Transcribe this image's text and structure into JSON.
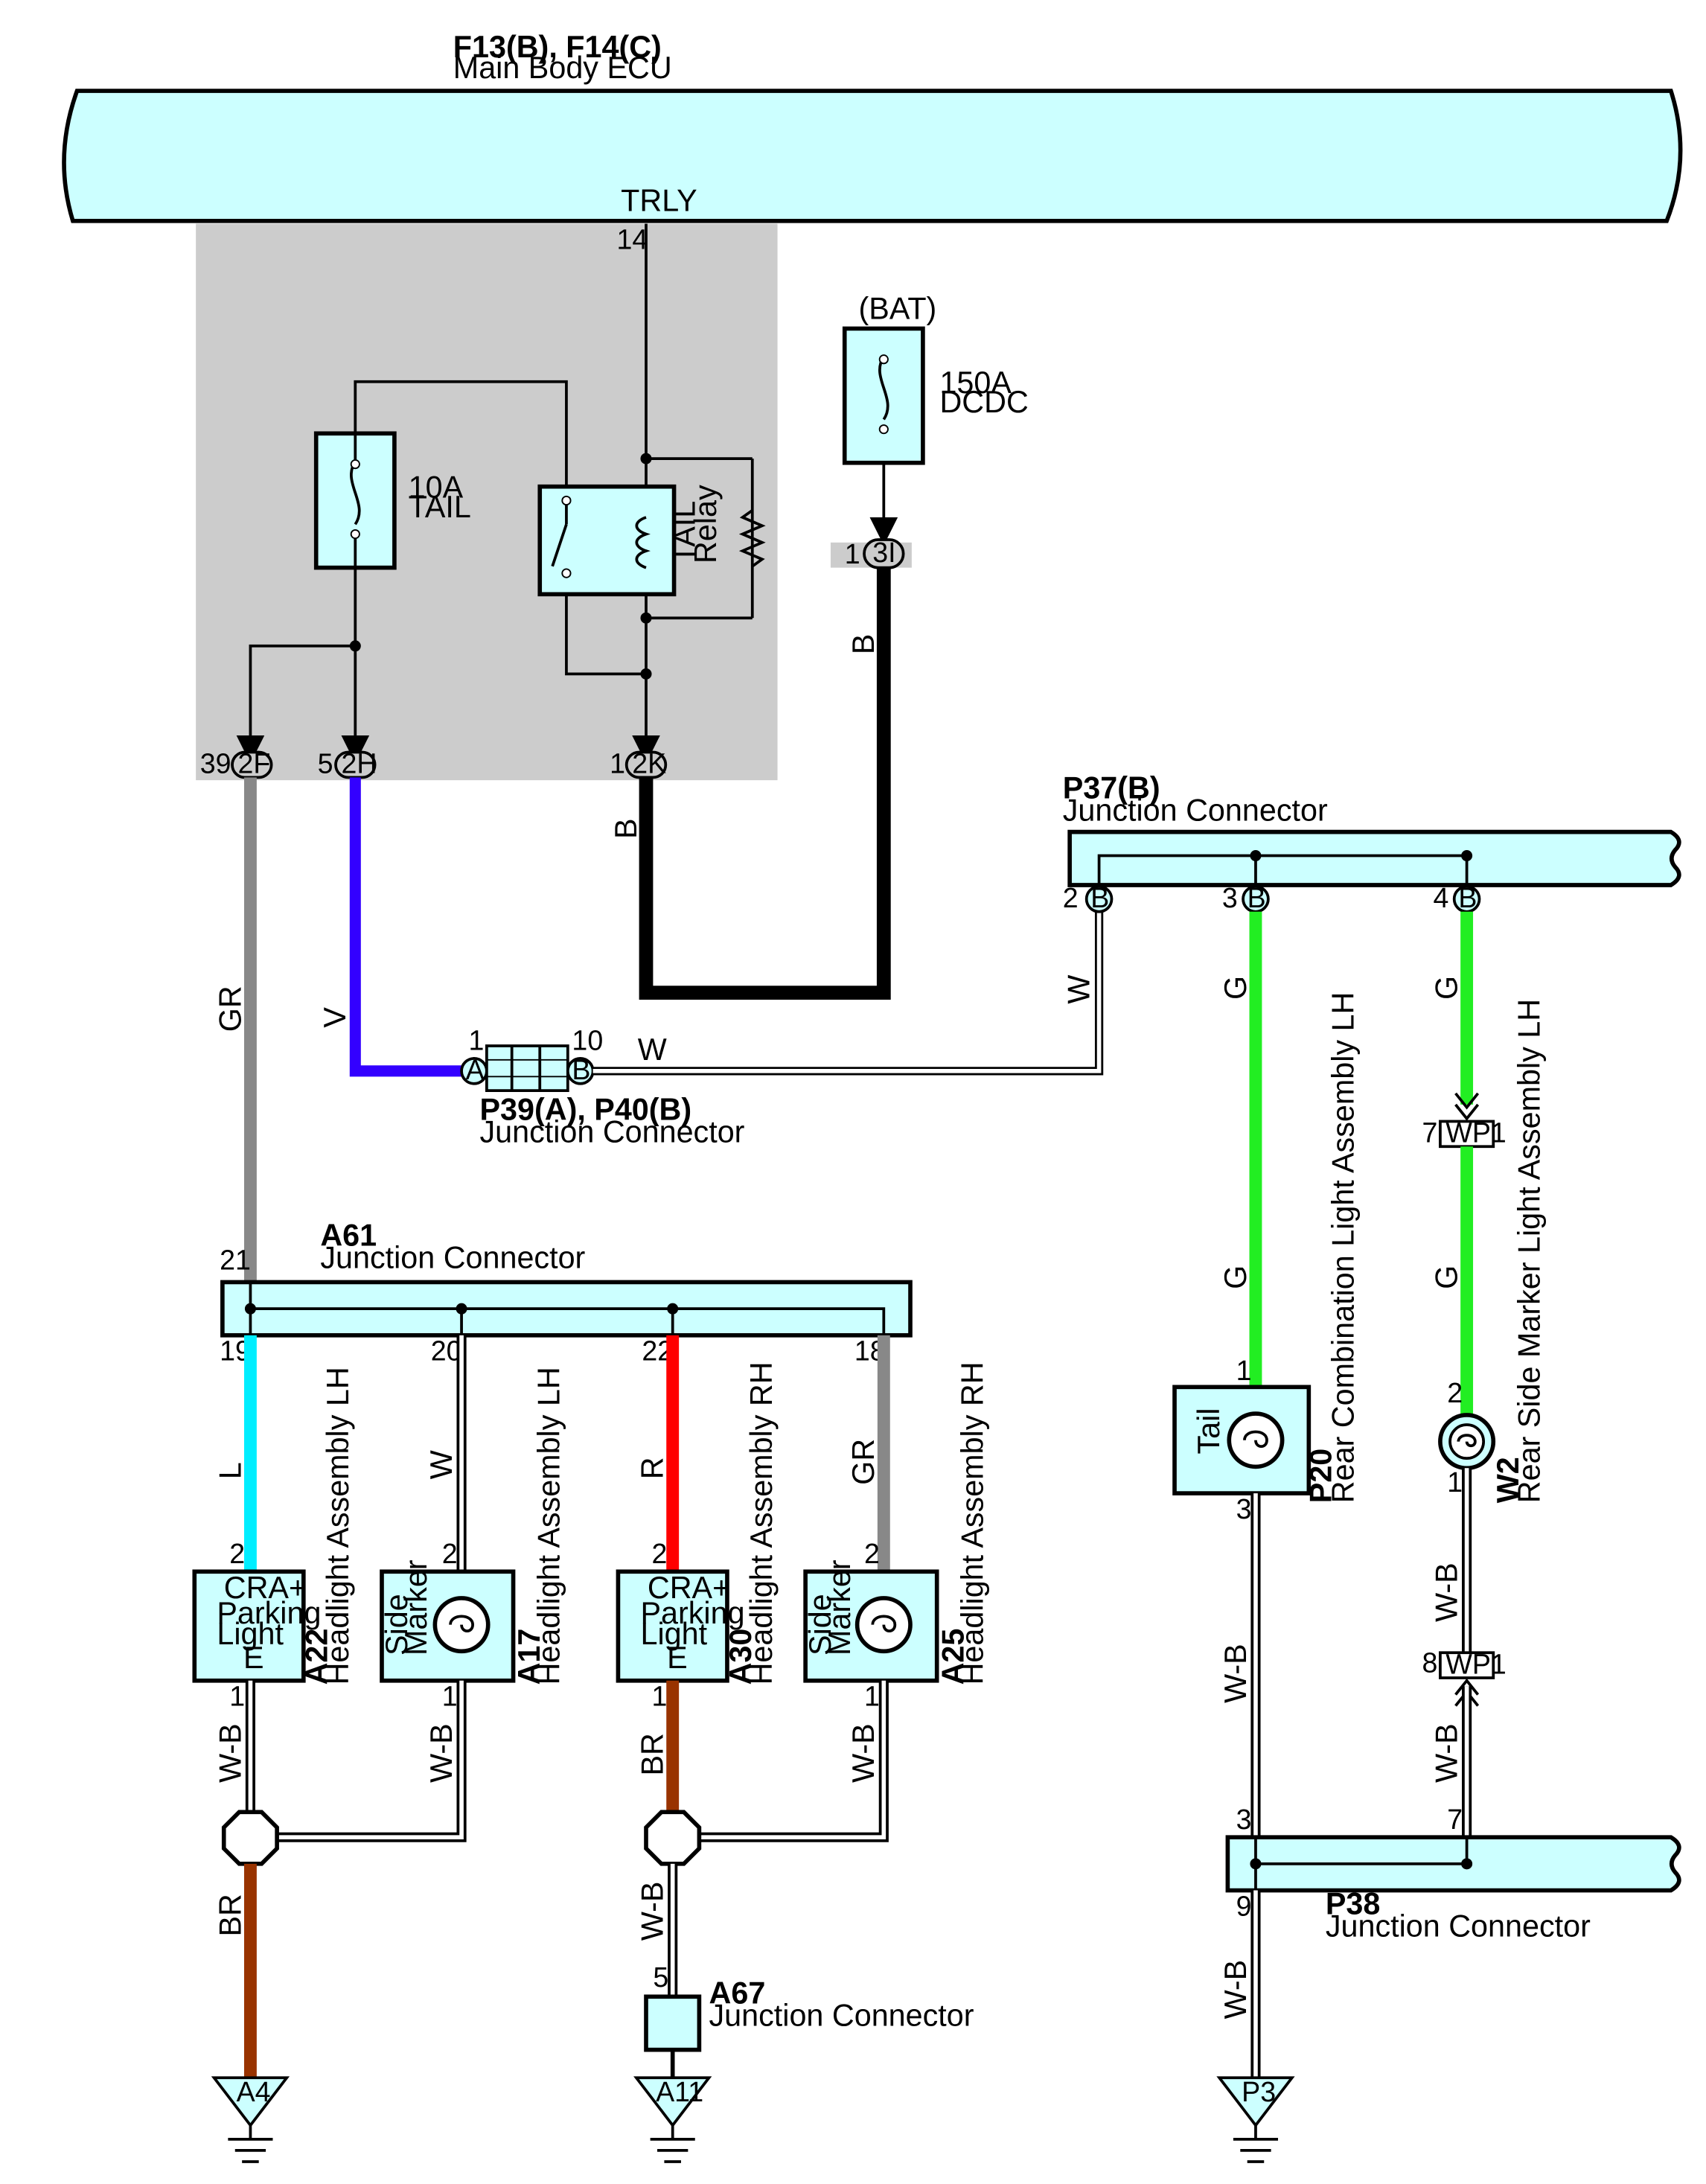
{
  "colors": {
    "body_fill": "#ccffff",
    "gray_box": "#cccccc",
    "wire_GR": "#888888",
    "wire_V": "#3300ff",
    "wire_B": "#000000",
    "wire_G": "#22ee22",
    "wire_L": "#00eeff",
    "wire_R": "#ff0000",
    "wire_BR": "#993300",
    "wire_W": "#ffffff"
  },
  "ecu": {
    "code": "F13(B), F14(C)",
    "name": "Main Body ECU",
    "terminal": "TRLY",
    "pin": "14"
  },
  "fuse_tail": {
    "rating": "10A",
    "name": "TAIL"
  },
  "relay": {
    "name": "TAIL",
    "sub": "Relay"
  },
  "fuse_dcdc": {
    "source": "(BAT)",
    "rating": "150A",
    "name": "DCDC"
  },
  "connectors": {
    "c3i": {
      "pin": "1",
      "label": "3I"
    },
    "c2f": {
      "pin": "39",
      "label": "2F"
    },
    "c2h": {
      "pin": "5",
      "label": "2H"
    },
    "c2k": {
      "pin": "1",
      "label": "2K"
    }
  },
  "wire_labels": {
    "gr": "GR",
    "v": "V",
    "b": "B",
    "w": "W",
    "g": "G",
    "l": "L",
    "r": "R",
    "br": "BR",
    "wb": "W-B"
  },
  "p37": {
    "code": "P37(B)",
    "name": "Junction Connector",
    "pins": [
      "2",
      "3",
      "4"
    ],
    "conn": "B"
  },
  "p39": {
    "code": "P39(A), P40(B)",
    "name": "Junction Connector",
    "pin_a": "1",
    "pin_b": "10",
    "conn_a": "A",
    "conn_b": "B"
  },
  "a61": {
    "code": "A61",
    "name": "Junction Connector",
    "in_pin": "21",
    "pins": [
      "19",
      "20",
      "22",
      "18"
    ]
  },
  "wp1": {
    "label": "WP1",
    "pin_top": "7",
    "pin_bottom": "8"
  },
  "p20": {
    "code": "P20",
    "name": "Rear Combination Light Assembly LH",
    "bulb": "Tail",
    "pin_in": "1",
    "pin_out": "3"
  },
  "w2": {
    "code": "W2",
    "name": "Rear Side Marker Light Assembly LH",
    "pin_in": "2",
    "pin_out": "1"
  },
  "p38": {
    "code": "P38",
    "name": "Junction Connector",
    "pin_a": "3",
    "pin_b": "7",
    "pin_out": "9"
  },
  "a22": {
    "code": "A22",
    "name": "Headlight Assembly LH",
    "line1": "CRA+",
    "line2": "Parking",
    "line3": "Light",
    "line4": "E",
    "pin_in": "2",
    "pin_out": "1"
  },
  "a17": {
    "code": "A17",
    "name": "Headlight Assembly LH",
    "line1": "Side",
    "line2": "Marker",
    "pin_in": "2",
    "pin_out": "1"
  },
  "a30": {
    "code": "A30",
    "name": "Headlight Assembly RH",
    "line1": "CRA+",
    "line2": "Parking",
    "line3": "Light",
    "line4": "E",
    "pin_in": "2",
    "pin_out": "1"
  },
  "a25": {
    "code": "A25",
    "name": "Headlight Assembly RH",
    "line1": "Side",
    "line2": "Marker",
    "pin_in": "2",
    "pin_out": "1"
  },
  "a67": {
    "code": "A67",
    "name": "Junction Connector",
    "pin": "5"
  },
  "grounds": [
    "A4",
    "A11",
    "P3"
  ]
}
